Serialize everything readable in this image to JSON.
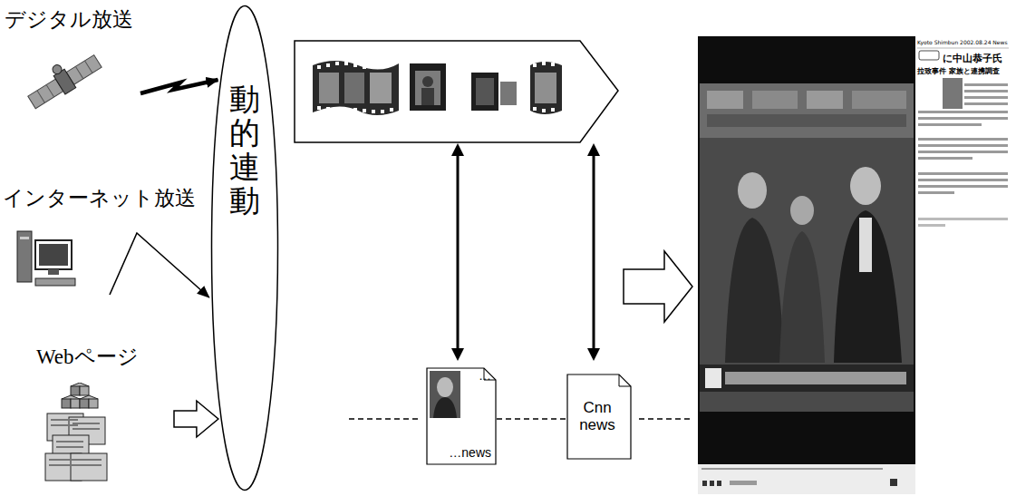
{
  "diagram": {
    "nodes": [
      {
        "text": [
          "デジタル放送"
        ]
      },
      {
        "text": [
          "インターネット放送"
        ]
      },
      {
        "text": [
          "Webページ"
        ]
      },
      {
        "text": [
          "動的連動"
        ]
      },
      {
        "text": [
          "…",
          "…news"
        ]
      },
      {
        "text": [
          "Cnn news"
        ]
      }
    ],
    "edges": [
      {
        "from": 0,
        "to": 3,
        "arrow": "to"
      },
      {
        "from": 1,
        "to": 3,
        "arrow": "to"
      },
      {
        "from": 2,
        "to": 3,
        "arrow": "to"
      },
      {
        "from": 4,
        "to": 5,
        "arrow": "none"
      }
    ],
    "labels": [
      "Kyoto Shimbun 2002.08.24 News",
      "に中山恭子氏",
      "拉致事件 家族と連携調査"
    ]
  }
}
